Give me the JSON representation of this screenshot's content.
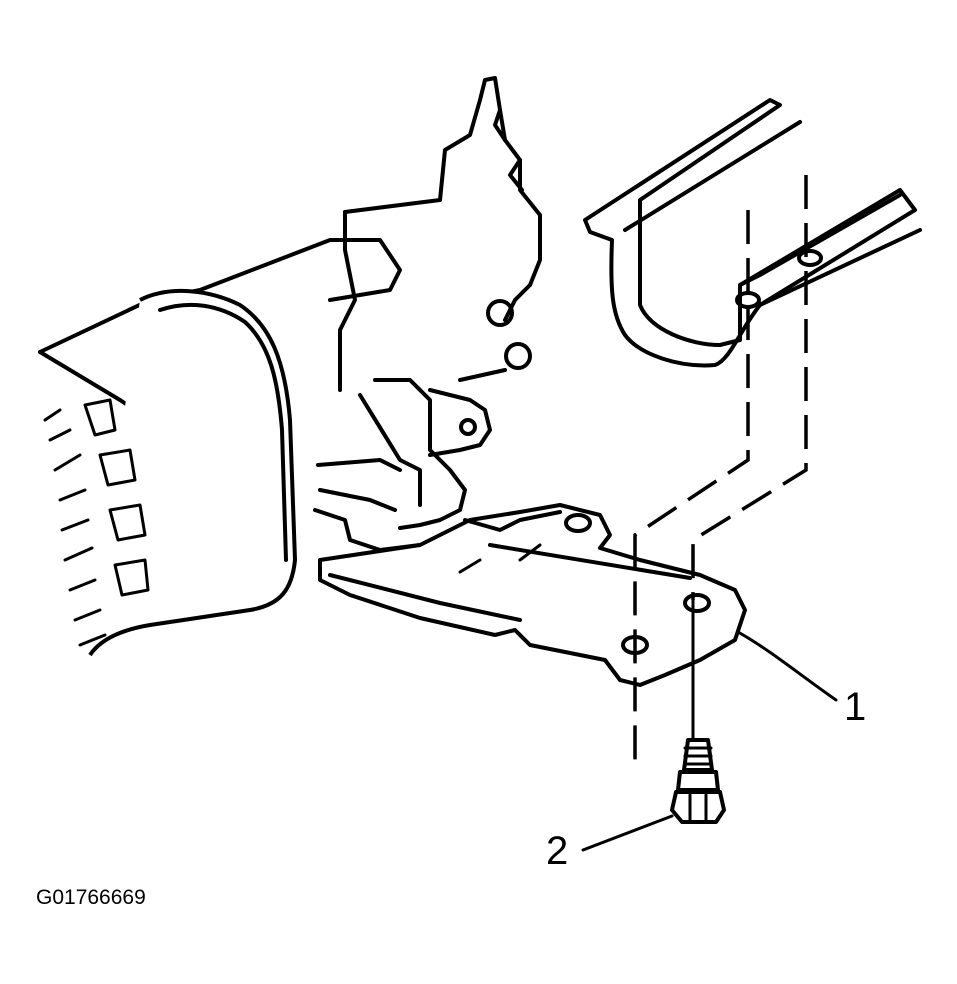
{
  "figure": {
    "id_label": "G01766669"
  },
  "callouts": [
    {
      "number": "1",
      "part": "transmission-mount-bracket"
    },
    {
      "number": "2",
      "part": "bolt"
    }
  ],
  "colors": {
    "ink": "#000000",
    "background": "#ffffff"
  }
}
